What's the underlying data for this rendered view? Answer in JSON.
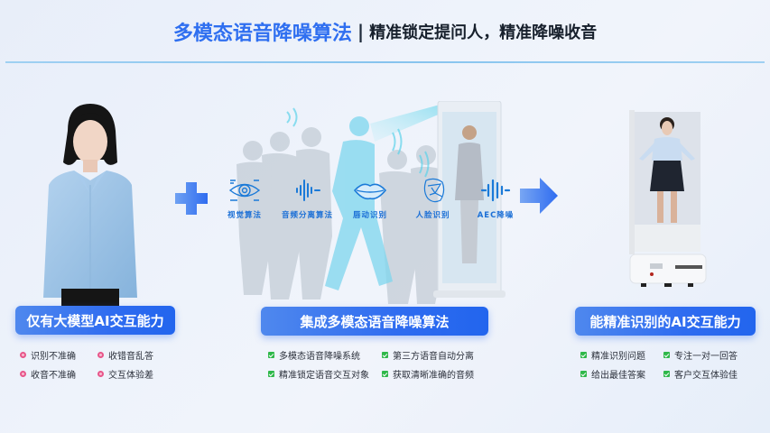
{
  "header": {
    "title_main": "多模态语音降噪算法",
    "separator": "|",
    "title_sub": "精准锁定提问人，精准降噪收音",
    "accent_color": "#2f6ff0",
    "line_color": "#86c3ee"
  },
  "left": {
    "image": "woman-blue-shirt-avatar",
    "button_label": "仅有大模型AI交互能力",
    "bullet_style": "pink-dot",
    "bullet_color": "#e8568a",
    "items": [
      "识别不准确",
      "收错音乱答",
      "收音不准确",
      "交互体验差"
    ]
  },
  "middle": {
    "image": "crowd-silhouettes-and-kiosk",
    "algorithms": [
      {
        "icon": "eye-icon",
        "label": "视觉算法"
      },
      {
        "icon": "sound-wave-icon",
        "label": "音频分离算法"
      },
      {
        "icon": "lips-icon",
        "label": "唇动识别"
      },
      {
        "icon": "face-recognition-icon",
        "label": "人脸识别"
      },
      {
        "icon": "aec-wave-icon",
        "label": "AEC降噪"
      }
    ],
    "button_label": "集成多模态语音降噪算法",
    "bullet_style": "green-check",
    "bullet_color": "#2fb84a",
    "items": [
      "多模态语音降噪系统",
      "第三方语音自动分离",
      "精准锁定语音交互对象",
      "获取清晰准确的音频"
    ]
  },
  "right": {
    "image": "robot-with-digital-human",
    "button_label": "能精准识别的AI交互能力",
    "bullet_style": "green-check",
    "items": [
      "精准识别问题",
      "专注一对一回答",
      "给出最佳答案",
      "客户交互体验佳"
    ]
  },
  "connectors": {
    "plus": "plus-icon",
    "arrow": "right-arrow-icon",
    "color": "#3b7cf0"
  }
}
